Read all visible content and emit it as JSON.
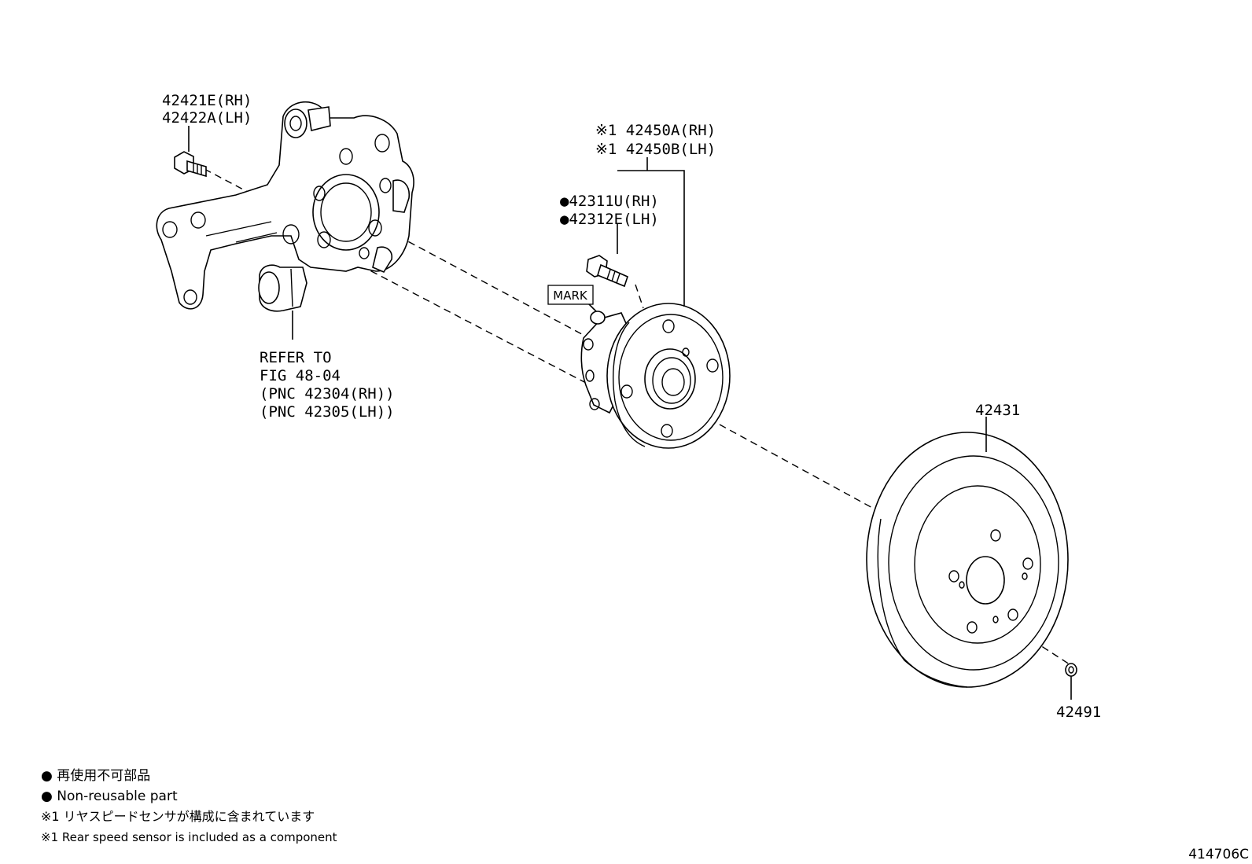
{
  "parts": {
    "knuckle_bolt": {
      "line1": "42421E(RH)",
      "line2": "42422A(LH)"
    },
    "hub_assy": {
      "line1": "※1 42450A(RH)",
      "line2": "※1 42450B(LH)"
    },
    "hub_bolt": {
      "line1": "●42311U(RH)",
      "line2": "●42312E(LH)"
    },
    "mark": "MARK",
    "knuckle_ref": {
      "line1": "REFER TO",
      "line2": "FIG 48-04",
      "line3": "(PNC 42304(RH))",
      "line4": "(PNC 42305(LH))"
    },
    "disc": "42431",
    "screw": "42491"
  },
  "legend": {
    "jp_nonreusable": "● 再使用不可部品",
    "en_nonreusable": "● Non-reusable part",
    "jp_note1": "※1 リヤスピードセンサが構成に含まれています",
    "en_note1": "※1 Rear speed sensor is included as a component"
  },
  "figure_id": "414706C"
}
